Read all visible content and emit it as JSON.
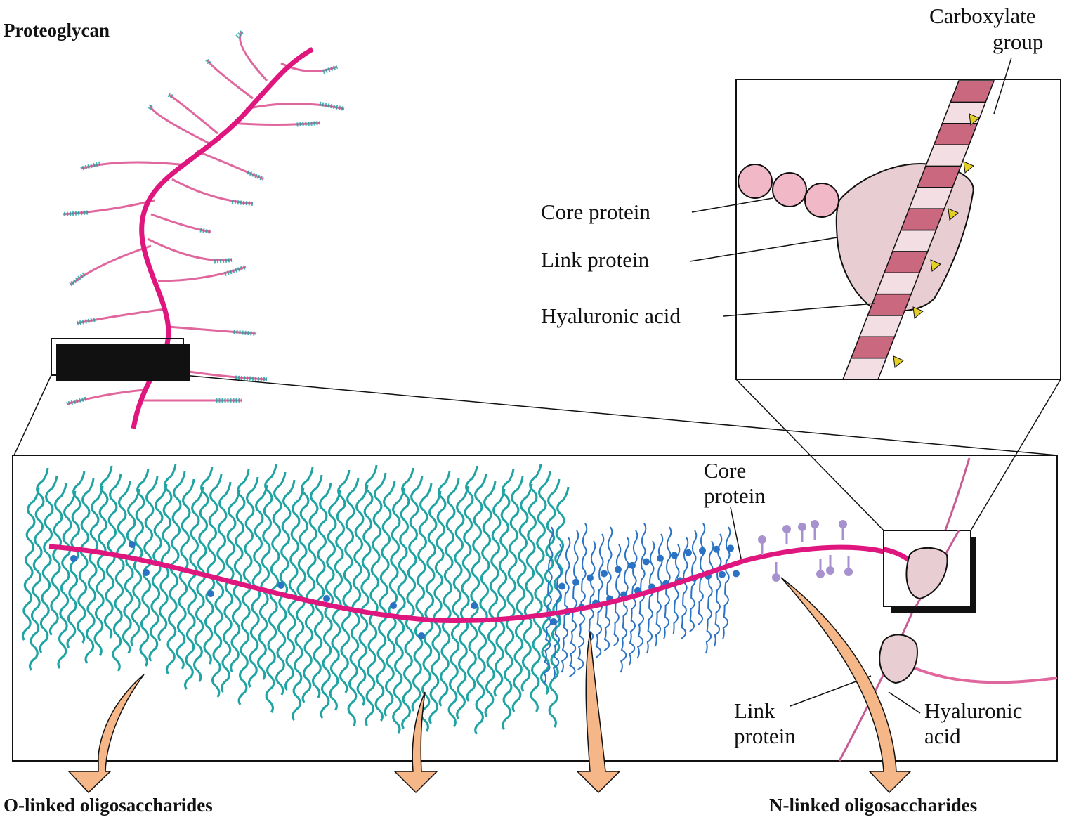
{
  "labels": {
    "proteoglycan": "Proteoglycan",
    "carboxylate_line1": "Carboxylate",
    "carboxylate_line2": "group",
    "core_protein_inset": "Core protein",
    "link_protein_inset": "Link protein",
    "hyaluronic_acid_inset": "Hyaluronic acid",
    "core_protein_main_line1": "Core",
    "core_protein_main_line2": "protein",
    "link_protein_main_line1": "Link",
    "link_protein_main_line2": "protein",
    "hyaluronic_main_line1": "Hyaluronic",
    "hyaluronic_main_line2": "acid",
    "o_linked": "O-linked oligosaccharides",
    "n_linked": "N-linked oligosaccharides"
  },
  "colors": {
    "core_protein": "#e0167f",
    "gag_chain": "#1fa3a3",
    "keratan_chain": "#2a72c4",
    "n_linked": "#a792cf",
    "hyaluronic_line": "#c65c93",
    "branch": "#e0679d",
    "link_protein_fill": "#e8cdd2",
    "ha_dark": "#c9687f",
    "ha_light": "#f3dfe3",
    "carboxylate": "#e6cf25",
    "arrow": "#f5b788",
    "frame": "#111111"
  }
}
